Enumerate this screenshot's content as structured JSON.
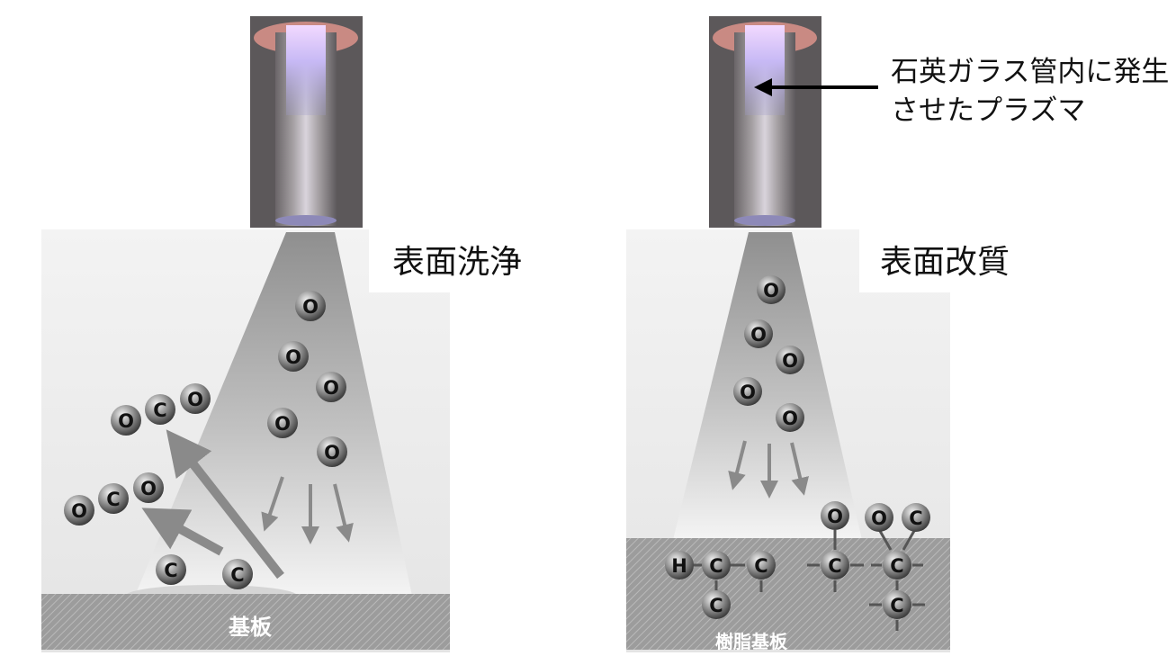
{
  "diagram": {
    "left": {
      "title": "表面洗浄",
      "substrate_label": "基板",
      "oxygen_label": "O",
      "carbon_label": "C",
      "molecule_labels": [
        "O",
        "C",
        "O"
      ]
    },
    "right": {
      "title": "表面改質",
      "substrate_label": "樹脂基板",
      "oxygen_label": "O",
      "carbon_label": "C",
      "hydrogen_label": "H"
    },
    "annotation": {
      "line1": "石英ガラス管内に発生",
      "line2": "させたプラズマ"
    }
  }
}
